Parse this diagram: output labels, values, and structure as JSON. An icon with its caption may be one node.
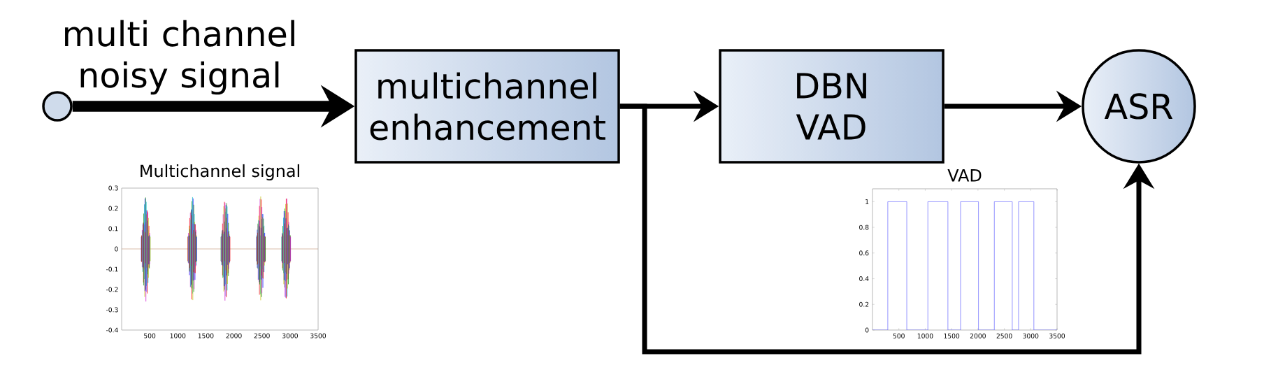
{
  "diagram": {
    "nodes": [
      {
        "text": [],
        "shape": "circle"
      },
      {
        "text": [
          "multichannel enhancement"
        ]
      },
      {
        "text": [
          "DBN VAD"
        ]
      },
      {
        "text": [
          "ASR"
        ]
      }
    ],
    "edges": [
      {
        "from": 0,
        "to": 1,
        "arrow": "to",
        "label": "multi channel noisy signal",
        "style": "thick"
      },
      {
        "from": 1,
        "to": 2,
        "arrow": "to"
      },
      {
        "from": 2,
        "to": 3,
        "arrow": "to"
      },
      {
        "from": 1,
        "to": 3,
        "arrow": "to"
      }
    ],
    "labels": [
      "Multichannel signal",
      "0.3",
      "0.2",
      "0.1",
      "0",
      "-0.1",
      "-0.2",
      "-0.3",
      "-0.4",
      "500",
      "1000",
      "1500",
      "2000",
      "2500",
      "3000",
      "3500"
    ],
    "chart_data": {
      "type": "line",
      "title": "VAD",
      "x": [
        0,
        290,
        290,
        650,
        650,
        1050,
        1050,
        1430,
        1430,
        1670,
        1670,
        2010,
        2010,
        2310,
        2310,
        2650,
        2650,
        2770,
        2770,
        3060,
        3060,
        3500
      ],
      "series": [
        {
          "color": "#6666ff",
          "values": [
            0,
            0,
            1,
            1,
            0,
            0,
            1,
            1,
            0,
            0,
            1,
            1,
            0,
            0,
            1,
            1,
            0,
            0,
            1,
            1,
            0,
            0
          ]
        }
      ],
      "xlim": [
        0,
        3500
      ],
      "ylim": [
        0,
        1.1
      ],
      "xticks": [
        500,
        1000,
        1500,
        2000,
        2500,
        3000,
        3500
      ],
      "yticks": [
        0,
        0.2,
        0.4,
        0.6,
        0.8,
        1
      ]
    }
  }
}
